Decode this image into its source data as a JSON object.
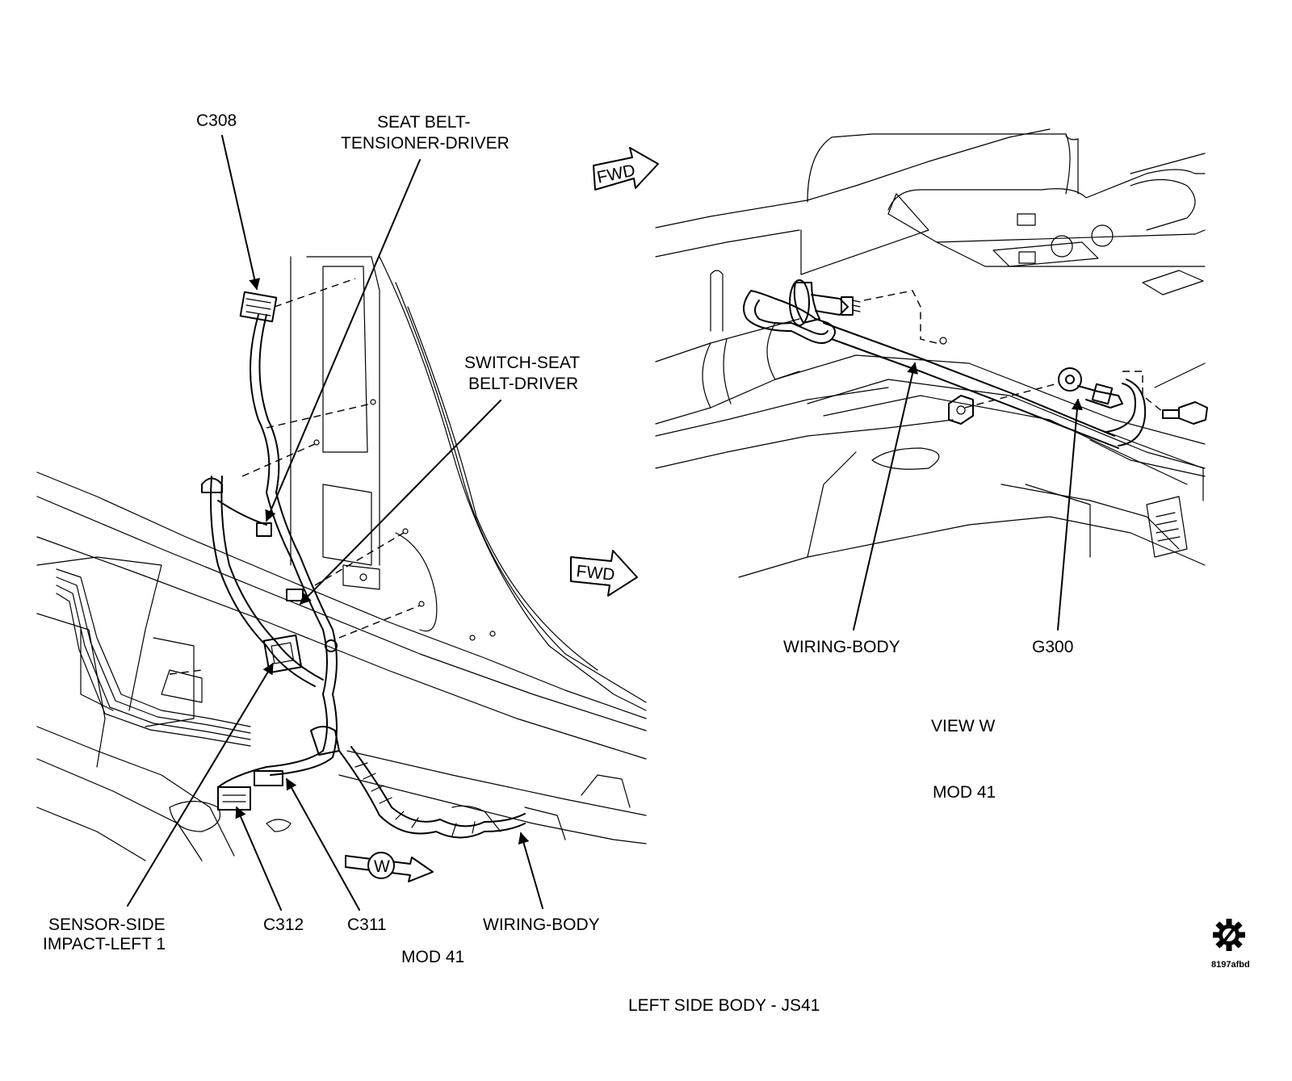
{
  "left_view": {
    "labels": {
      "c308": "C308",
      "seat_belt_tensioner": [
        "SEAT BELT-",
        "TENSIONER-DRIVER"
      ],
      "switch_seat_belt": [
        "SWITCH-SEAT",
        "BELT-DRIVER"
      ],
      "sensor_side_impact": [
        "SENSOR-SIDE",
        "IMPACT-LEFT 1"
      ],
      "c312": "C312",
      "c311": "C311",
      "wiring_body": "WIRING-BODY",
      "mod": "MOD 41"
    },
    "fwd_label": "FWD",
    "view_marker": "W"
  },
  "right_view": {
    "labels": {
      "wiring_body": "WIRING-BODY",
      "g300": "G300",
      "view": "VIEW W",
      "mod": "MOD 41"
    },
    "fwd_label": "FWD"
  },
  "footer": {
    "title": "LEFT SIDE BODY - JS41",
    "code": "8197afbd"
  },
  "icons": {
    "fwd_arrow": "fwd-arrow-icon",
    "view_arrow": "view-arrow-icon",
    "logo": "gear-logo-icon"
  }
}
